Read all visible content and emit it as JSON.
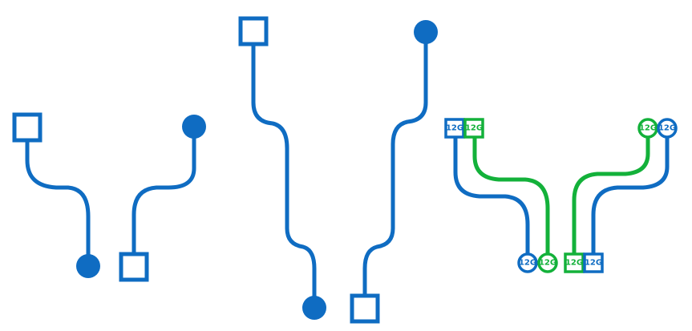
{
  "colors": {
    "blue": "#0F6CC2",
    "green": "#13B13A",
    "background": "#ffffff"
  },
  "connectors": {
    "small_pair": {
      "left_start": "square-icon",
      "left_end": "dot-icon",
      "right_start": "dot-icon",
      "right_end": "square-icon"
    },
    "tall_pair": {
      "left_start": "square-icon",
      "left_end": "dot-icon",
      "right_start": "dot-icon",
      "right_end": "square-icon"
    },
    "bundle": {
      "terminal_label": "12G",
      "wires": [
        "blue",
        "green",
        "green",
        "blue"
      ]
    }
  }
}
